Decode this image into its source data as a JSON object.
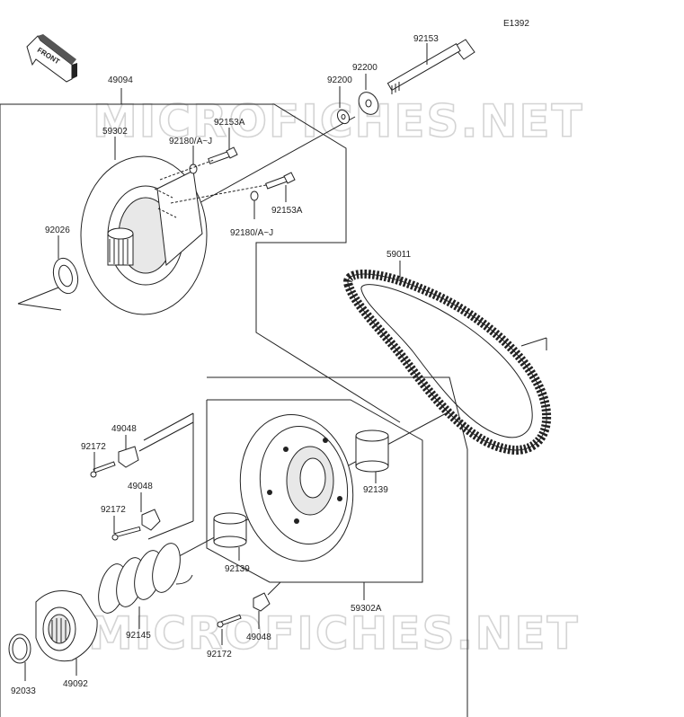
{
  "diagram_code": "E1392",
  "front_arrow": "FRONT",
  "watermarks": [
    "MICROFICHES.NET",
    "MICROFICHES.NET"
  ],
  "labels": {
    "p49094": "49094",
    "p92153": "92153",
    "p92200a": "92200",
    "p92200b": "92200",
    "p92153A_top": "92153A",
    "p59302": "59302",
    "p92180_top": "92180/A~J",
    "p92153A_bottom": "92153A",
    "p92180_bottom": "92180/A~J",
    "p92026": "92026",
    "p59011": "59011",
    "p49048_top": "49048",
    "p92172_top": "92172",
    "p49048_mid": "49048",
    "p92172_mid": "92172",
    "p92139_right": "92139",
    "p92139_left": "92139",
    "p59302A": "59302A",
    "p92145": "92145",
    "p49048_bottom": "49048",
    "p92172_bottom": "92172",
    "p49092": "49092",
    "p92033": "92033"
  }
}
